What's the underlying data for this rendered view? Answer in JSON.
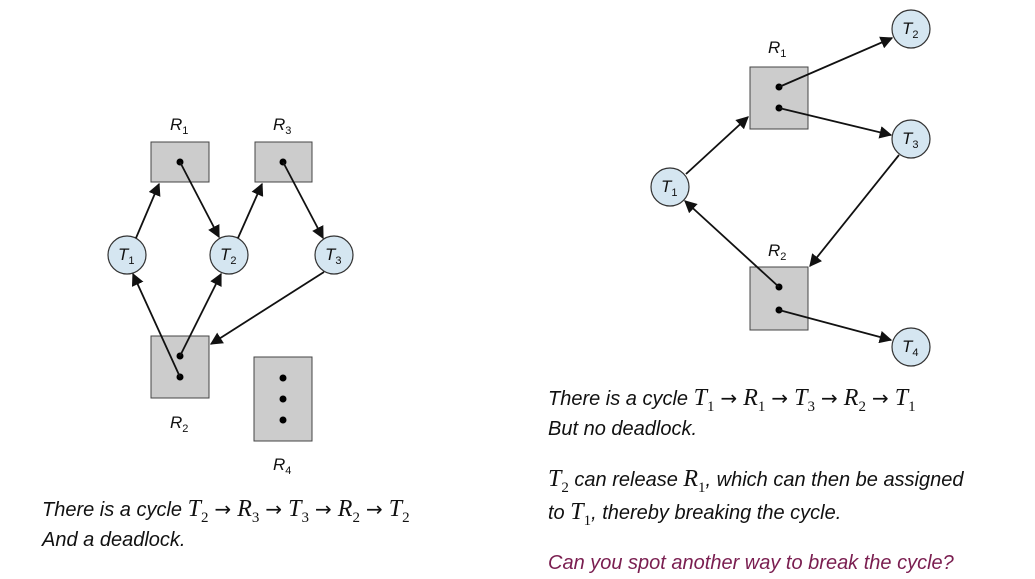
{
  "left_graph": {
    "resources": [
      {
        "label": "R",
        "sub": "1"
      },
      {
        "label": "R",
        "sub": "3"
      },
      {
        "label": "R",
        "sub": "2"
      },
      {
        "label": "R",
        "sub": "4"
      }
    ],
    "threads": [
      {
        "label": "T",
        "sub": "1"
      },
      {
        "label": "T",
        "sub": "2"
      },
      {
        "label": "T",
        "sub": "3"
      }
    ],
    "caption": {
      "prefix": "There is a cycle ",
      "cycle": [
        {
          "sym": "T",
          "sub": "2"
        },
        {
          "sym": "R",
          "sub": "3"
        },
        {
          "sym": "T",
          "sub": "3"
        },
        {
          "sym": "R",
          "sub": "2"
        },
        {
          "sym": "T",
          "sub": "2"
        }
      ],
      "arrow": "→",
      "line2": "And a deadlock."
    }
  },
  "right_graph": {
    "resources": [
      {
        "label": "R",
        "sub": "1"
      },
      {
        "label": "R",
        "sub": "2"
      }
    ],
    "threads": [
      {
        "label": "T",
        "sub": "1"
      },
      {
        "label": "T",
        "sub": "2"
      },
      {
        "label": "T",
        "sub": "3"
      },
      {
        "label": "T",
        "sub": "4"
      }
    ],
    "caption": {
      "prefix": "There is a cycle ",
      "cycle": [
        {
          "sym": "T",
          "sub": "1"
        },
        {
          "sym": "R",
          "sub": "1"
        },
        {
          "sym": "T",
          "sub": "3"
        },
        {
          "sym": "R",
          "sub": "2"
        },
        {
          "sym": "T",
          "sub": "1"
        }
      ],
      "arrow": "→",
      "line2": "But no deadlock."
    },
    "explanation": {
      "t_sym": "T",
      "t_sub": "2",
      "text1": " can release ",
      "r_sym": "R",
      "r_sub": "1",
      "text2": ", which can then be assigned",
      "text3": "to ",
      "t2_sym": "T",
      "t2_sub": "1",
      "text4": ", thereby breaking the cycle."
    },
    "question": "Can you spot another way to break the cycle?"
  },
  "colors": {
    "resource_fill": "#cccccc",
    "thread_fill": "#d5e6f1",
    "question_text": "#7a1e50"
  }
}
